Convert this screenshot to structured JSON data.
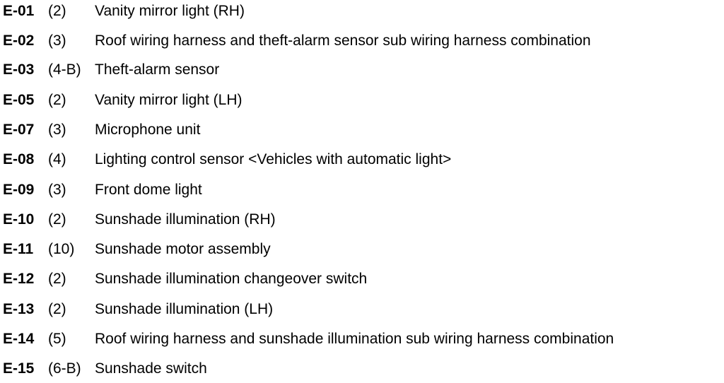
{
  "connectors": [
    {
      "code": "E-01",
      "pins": "(2)",
      "description": "Vanity mirror light (RH)"
    },
    {
      "code": "E-02",
      "pins": "(3)",
      "description": "Roof wiring harness and theft-alarm sensor sub wiring harness combination"
    },
    {
      "code": "E-03",
      "pins": "(4-B)",
      "description": "Theft-alarm sensor"
    },
    {
      "code": "E-05",
      "pins": "(2)",
      "description": "Vanity mirror light (LH)"
    },
    {
      "code": "E-07",
      "pins": "(3)",
      "description": "Microphone unit"
    },
    {
      "code": "E-08",
      "pins": "(4)",
      "description": "Lighting control sensor <Vehicles with automatic light>"
    },
    {
      "code": "E-09",
      "pins": "(3)",
      "description": "Front dome light"
    },
    {
      "code": "E-10",
      "pins": "(2)",
      "description": "Sunshade illumination (RH)"
    },
    {
      "code": "E-11",
      "pins": "(10)",
      "description": "Sunshade motor assembly"
    },
    {
      "code": "E-12",
      "pins": "(2)",
      "description": "Sunshade illumination changeover switch"
    },
    {
      "code": "E-13",
      "pins": "(2)",
      "description": "Sunshade illumination (LH)"
    },
    {
      "code": "E-14",
      "pins": "(5)",
      "description": "Roof wiring harness and sunshade illumination sub wiring harness combination"
    },
    {
      "code": "E-15",
      "pins": "(6-B)",
      "description": "Sunshade switch"
    }
  ]
}
